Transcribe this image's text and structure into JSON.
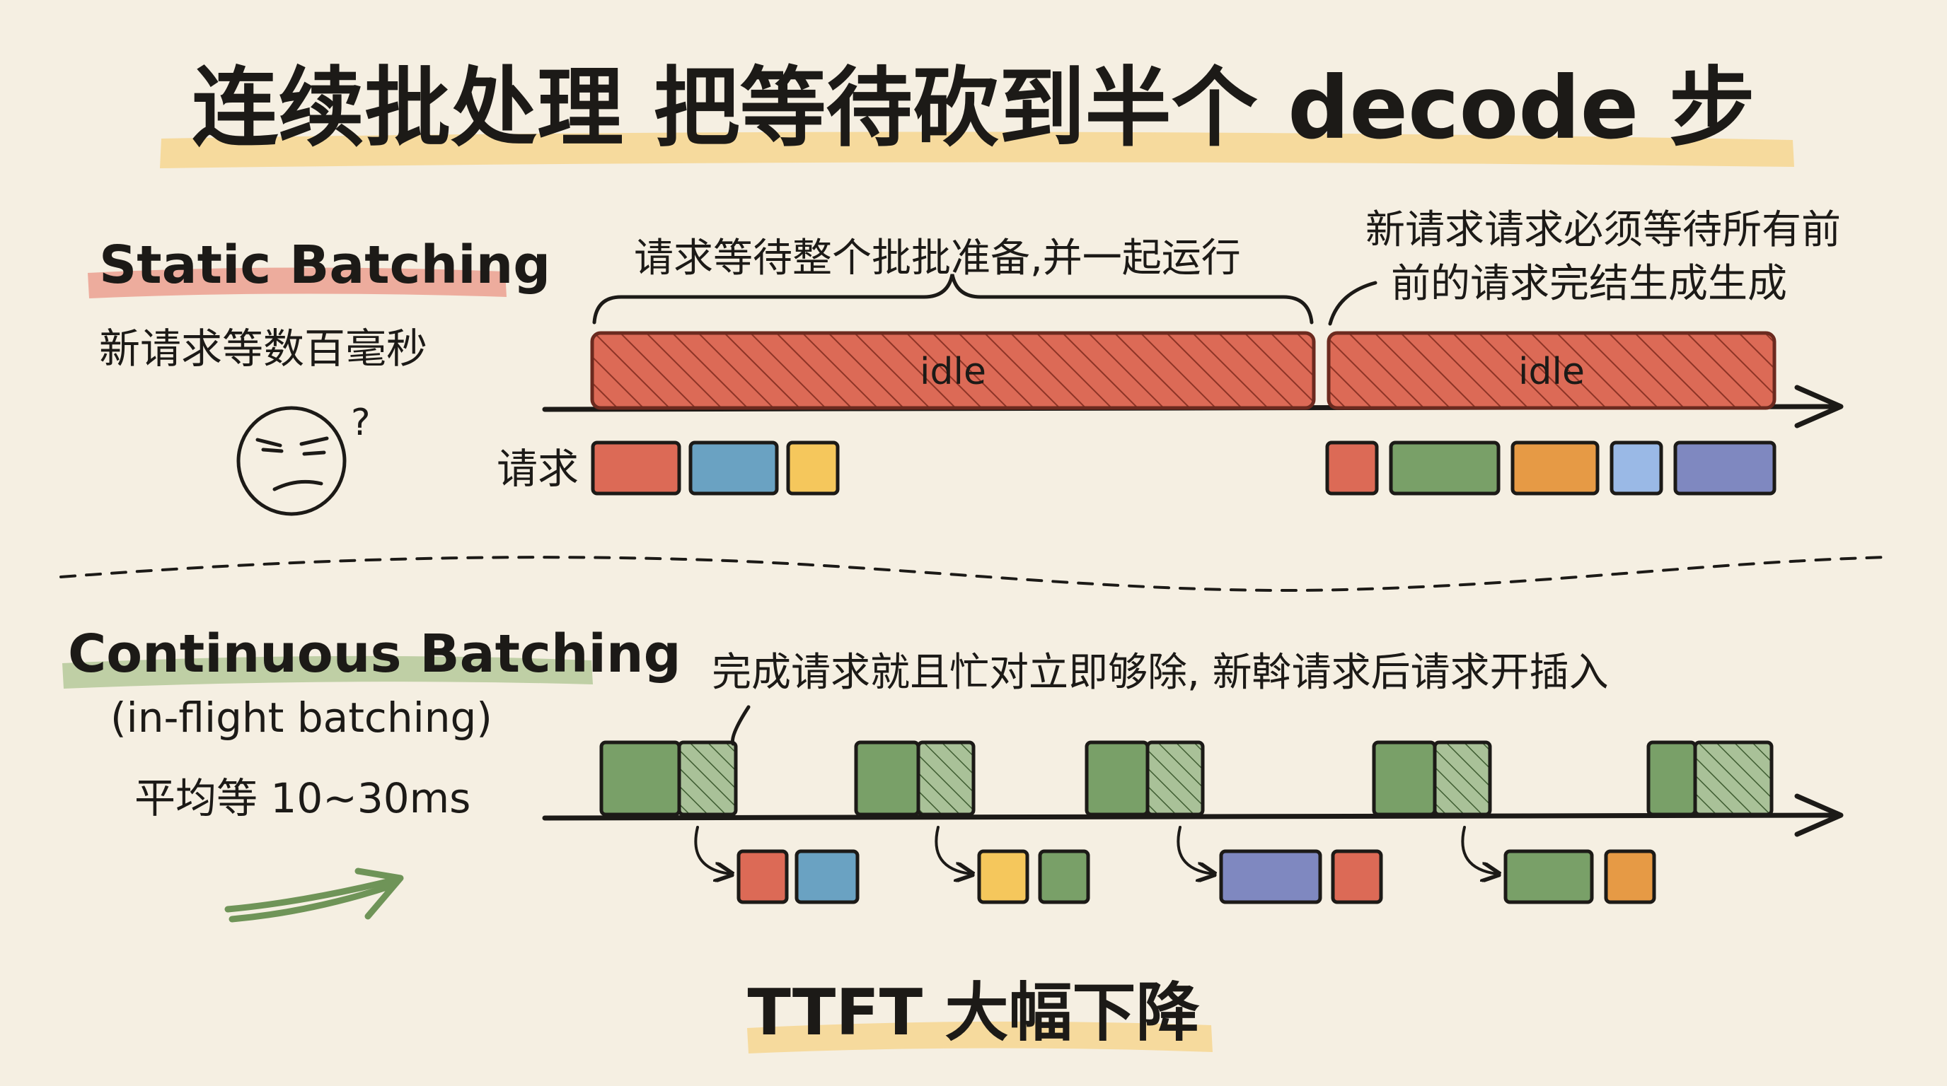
{
  "title": "连续批处理 把等待砍到半个 decode 步",
  "static": {
    "heading": "Static Batching",
    "latency": "新请求等数百毫秒",
    "face_mark": "?",
    "brace_note": "请求等待整个批批准备,并一起运行",
    "wait_note_line1": "新请求请求必须等待所有前",
    "wait_note_line2": "前的请求完结生成生成",
    "idle_label_1": "idle",
    "idle_label_2": "idle",
    "requests_label": "请求"
  },
  "continuous": {
    "heading": "Continuous Batching",
    "subheading": "(in-flight batching)",
    "latency": "平均等 10~30ms",
    "note": "完成请求就且忙对立即够除, 新斡请求后请求开插入"
  },
  "footer": "TTFT 大幅下降",
  "colors": {
    "background": "#f5efe2",
    "ink": "#1c1a17",
    "idle_red": "#dc6a56",
    "red": "#dc6a56",
    "blue": "#6aa2c2",
    "yellow": "#f5c75c",
    "green": "#79a068",
    "orange": "#e69a45",
    "light_blue": "#9ab9e6",
    "purple": "#7f88c0",
    "highlight_title": "#f6d58c",
    "highlight_static": "#eba091",
    "highlight_continuous": "#b5c99a",
    "highlight_footer": "#f6d58c"
  },
  "icons": {
    "confused_face": "confused-face-icon",
    "progress_arrow": "progress-arrow-icon",
    "timeline_arrow": "arrow-right-icon",
    "curved_arrow": "curved-arrow-icon"
  }
}
